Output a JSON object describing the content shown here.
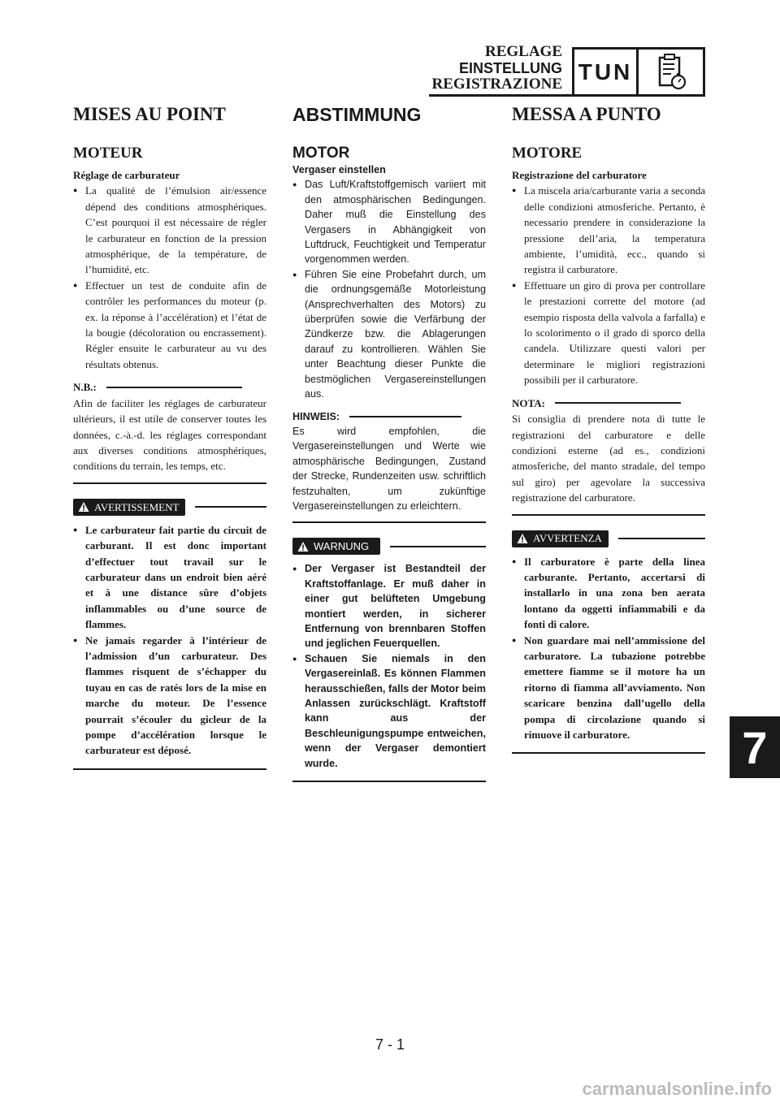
{
  "header": {
    "title_fr": "REGLAGE",
    "title_de": "EINSTELLUNG",
    "title_it": "REGISTRAZIONE",
    "code": "TUN",
    "icon": "clipboard-stopwatch-icon"
  },
  "columns": {
    "fr": {
      "heading": "MISES AU POINT",
      "section": "MOTEUR",
      "subheading": "Réglage de carburateur",
      "bullets": [
        "La qualité de l’émulsion air/essence dépend des conditions atmosphériques. C’est pourquoi il est nécessaire de régler le carburateur en fonction de la pression atmosphérique, de la température, de l’humidité, etc.",
        "Effectuer un test de conduite afin de contrôler les performances du moteur (p. ex. la réponse à l’accélération) et l’état de la bougie (décoloration ou encrassement). Régler ensuite le carburateur au vu des résultats obtenus."
      ],
      "note_label": "N.B.:",
      "note_text": "Afin de faciliter les réglages de carburateur ultérieurs, il est utile de conserver toutes les données, c.-à.-d. les réglages correspondant aux diverses conditions atmosphériques, conditions du terrain, les temps, etc.",
      "warning_label": "AVERTISSEMENT",
      "warning_bullets": [
        "Le carburateur fait partie du circuit de carburant. Il est donc important d’effectuer tout travail sur le carburateur dans un endroit bien aéré et à une distance sûre d’objets inflammables ou d’une source de flammes.",
        "Ne jamais regarder à l’intérieur de l’admission d’un carburateur. Des flammes risquent de s’échapper du tuyau en cas de ratés lors de la mise en marche du moteur. De l’essence pourrait s’écouler du gicleur de la pompe d’accélération lorsque le carburateur est déposé."
      ]
    },
    "de": {
      "heading": "ABSTIMMUNG",
      "section": "MOTOR",
      "subheading": "Vergaser einstellen",
      "bullets": [
        "Das Luft/Kraftstoffgemisch variiert mit den atmosphärischen Bedingungen. Daher muß die Einstellung des Vergasers in Abhängigkeit von Luftdruck, Feuchtigkeit und Temperatur vorgenommen werden.",
        "Führen Sie eine Probefahrt durch, um die ordnungsgemäße Motorleistung (Ansprechverhalten des Motors) zu überprüfen sowie die Verfärbung der Zündkerze bzw. die Ablagerungen darauf zu kontrollieren. Wählen Sie unter Beachtung dieser Punkte die bestmöglichen Vergasereinstellungen aus."
      ],
      "note_label": "HINWEIS:",
      "note_text": "Es wird empfohlen, die Vergasereinstellungen und Werte wie atmosphärische Bedingungen, Zustand der Strecke, Rundenzeiten usw. schriftlich festzuhalten, um zukünftige Vergasereinstellungen zu erleichtern.",
      "warning_label": "WARNUNG",
      "warning_bullets": [
        "Der Vergaser ist Bestandteil der Kraftstoffanlage. Er muß daher in einer gut belüfteten Umgebung montiert werden, in sicherer Entfernung von brennbaren Stoffen und jeglichen Feuerquellen.",
        "Schauen Sie niemals in den Vergasereinlaß. Es können Flammen herausschießen, falls der Motor beim Anlassen zurückschlägt. Kraftstoff kann aus der Beschleunigungspumpe entweichen, wenn der Vergaser demontiert wurde."
      ]
    },
    "it": {
      "heading": "MESSA A PUNTO",
      "section": "MOTORE",
      "subheading": "Registrazione del carburatore",
      "bullets": [
        "La miscela aria/carburante varia a seconda delle condizioni atmosferiche. Pertanto, è necessario prendere in considerazione la pressione dell’aria, la temperatura ambiente, l’umidità, ecc., quando si registra il carburatore.",
        "Effettuare un giro di prova per controllare le prestazioni corrette del motore (ad esempio risposta della valvola a farfalla) e lo scolorimento o il grado di sporco della candela. Utilizzare questi valori per determinare le migliori registrazioni possibili per il carburatore."
      ],
      "note_label": "NOTA:",
      "note_text": "Si consiglia di prendere nota di tutte le registrazioni del carburatore e delle condizioni esterne (ad es., condizioni atmosferiche, del manto stradale, del tempo sul giro) per agevolare la successiva registrazione del carburatore.",
      "warning_label": "AVVERTENZA",
      "warning_bullets": [
        "Il carburatore è parte della linea carburante. Pertanto, accertarsi di installarlo in una zona ben aerata lontano da oggetti infiammabili e da fonti di calore.",
        "Non guardare mai nell’ammissione del carburatore. La tubazione potrebbe emettere fiamme se il motore ha un ritorno di fiamma all’avviamento. Non scaricare benzina dall’ugello della pompa di circolazione quando si rimuove il carburatore."
      ]
    }
  },
  "chapter_tab": "7",
  "page_number": "7 - 1",
  "watermark": "carmanualsonline.info"
}
